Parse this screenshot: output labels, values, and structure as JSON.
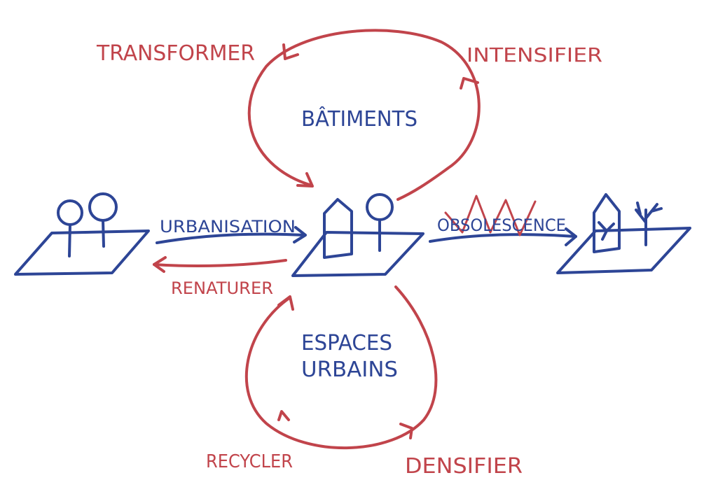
{
  "colors": {
    "blue": "#2d4596",
    "red": "#c1444b"
  },
  "labels": {
    "batiments": "BÂTIMENTS",
    "espaces_line1": "ESPACES",
    "espaces_line2": "URBAINS",
    "urbanisation": "URBANISATION",
    "renaturer": "RENATURER",
    "obsolescence": "OBSOLESCENCE",
    "transformer": "TRANSFORMER",
    "intensifier": "INTENSIFIER",
    "recycler": "RECYCLER",
    "densifier": "DENSIFIER"
  },
  "icons": {
    "left_plot": "plot-with-two-trees-icon",
    "center_plot": "plot-with-house-and-tree-icon",
    "right_plot": "plot-with-cracked-house-and-dead-tree-icon"
  }
}
